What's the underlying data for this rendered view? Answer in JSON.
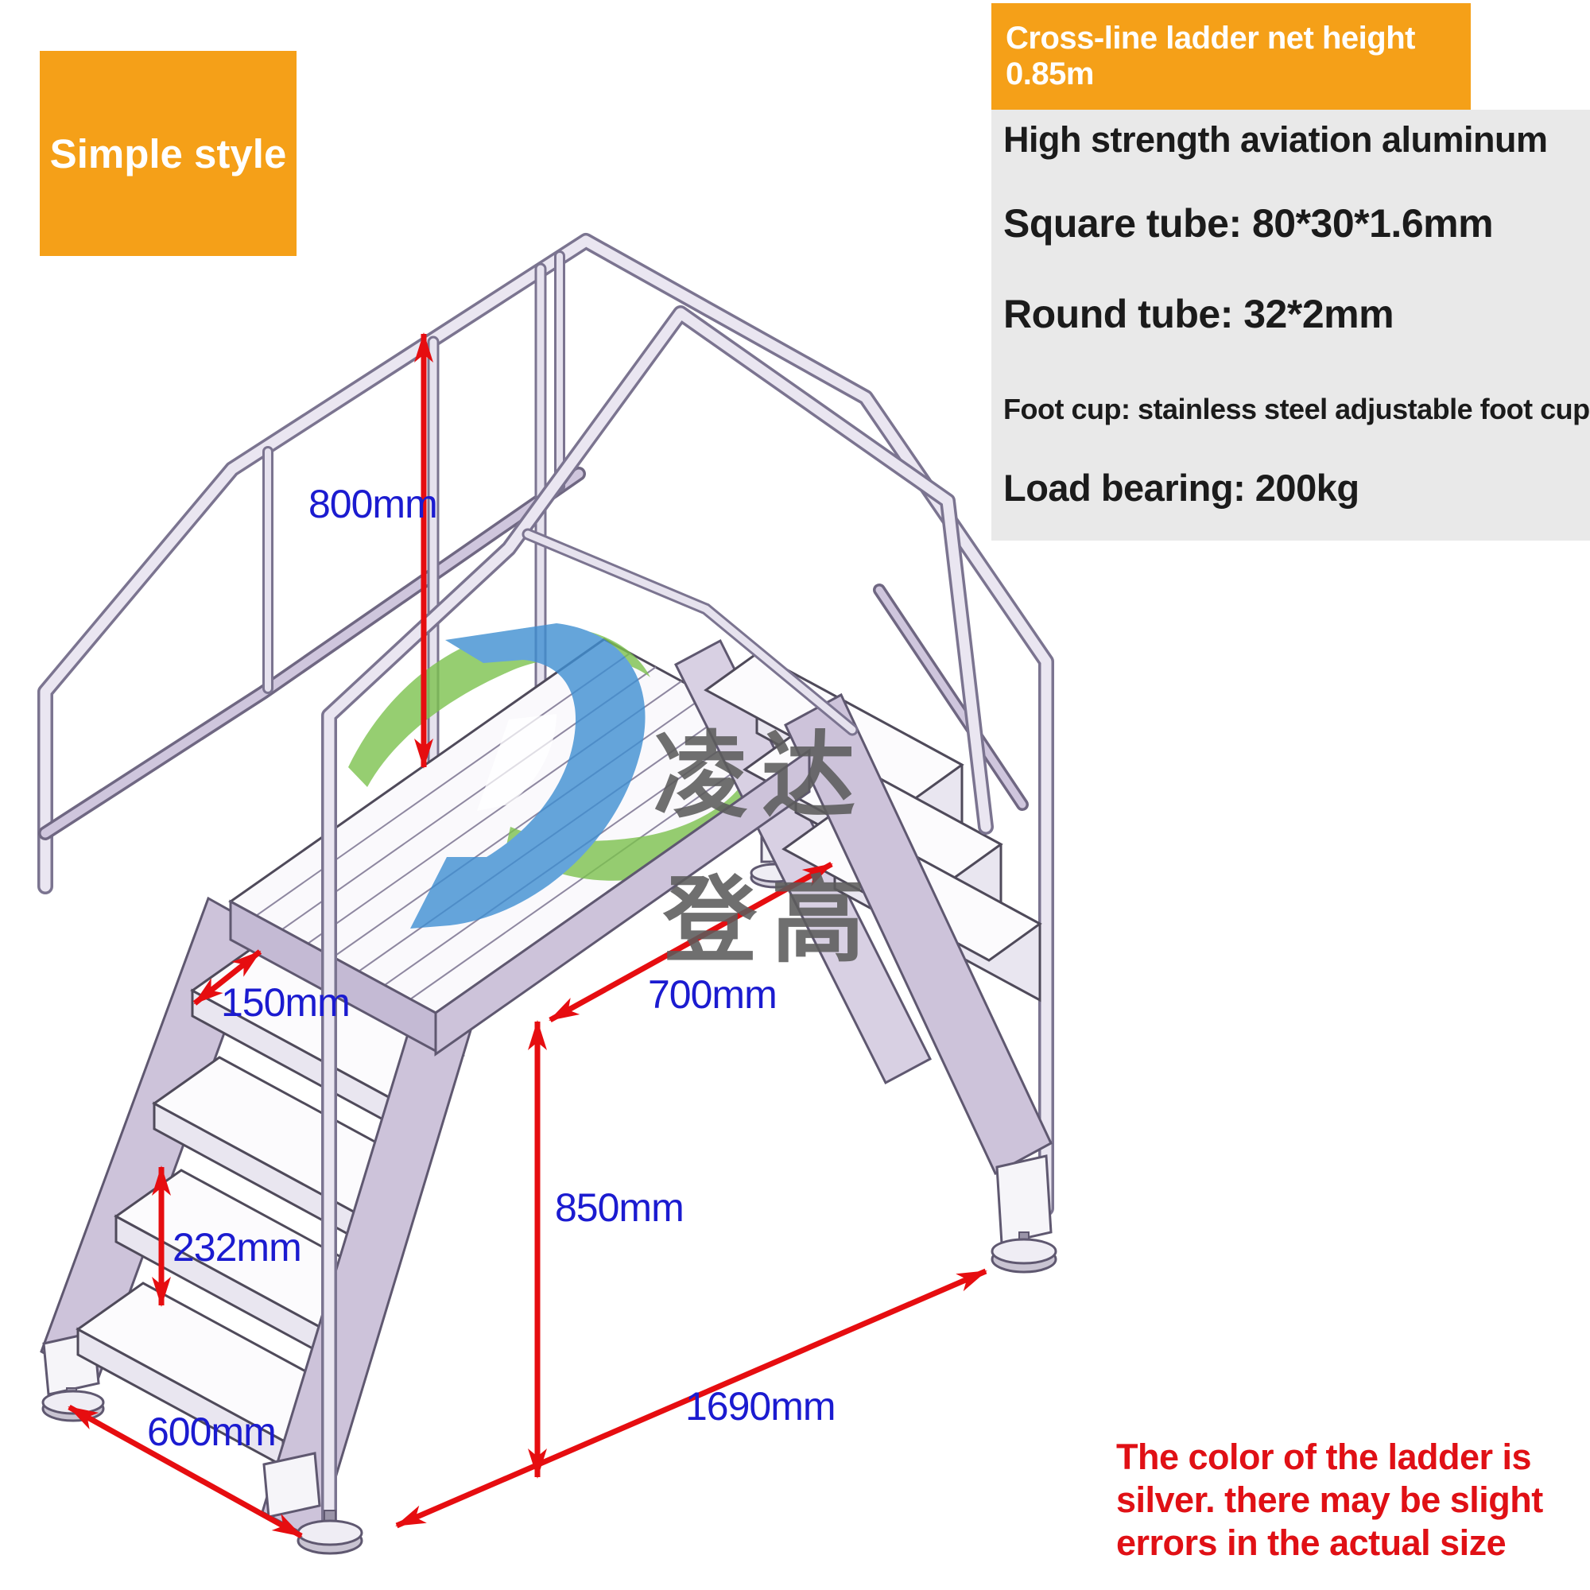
{
  "badge": {
    "label": "Simple style"
  },
  "banner": {
    "title": "Cross-line ladder net height 0.85m"
  },
  "specs": {
    "lines": [
      "High strength aviation aluminum",
      "Square tube: 80*30*1.6mm",
      "Round tube: 32*2mm",
      "Foot cup: stainless steel adjustable foot cup",
      "Load bearing: 200kg"
    ]
  },
  "dimensions": {
    "rail_height": "800mm",
    "step_depth": "150mm",
    "step_rise": "232mm",
    "ladder_width": "600mm",
    "platform_length": "700mm",
    "platform_height": "850mm",
    "overall_length": "1690mm"
  },
  "watermark": {
    "line1": "凌达",
    "line2": "登高"
  },
  "disclaimer": {
    "lines": [
      "The color of the ladder is",
      "silver. there may be slight",
      "errors in the actual size"
    ]
  },
  "colors": {
    "accent_orange": "#f5a018",
    "panel_gray": "#e9e9e9",
    "dimension_blue": "#1b1bd0",
    "arrow_red": "#e60d10",
    "disclaimer_red": "#e01015",
    "stringer_lavender": "#cdc3da",
    "tube_silver": "#eae6f1"
  }
}
